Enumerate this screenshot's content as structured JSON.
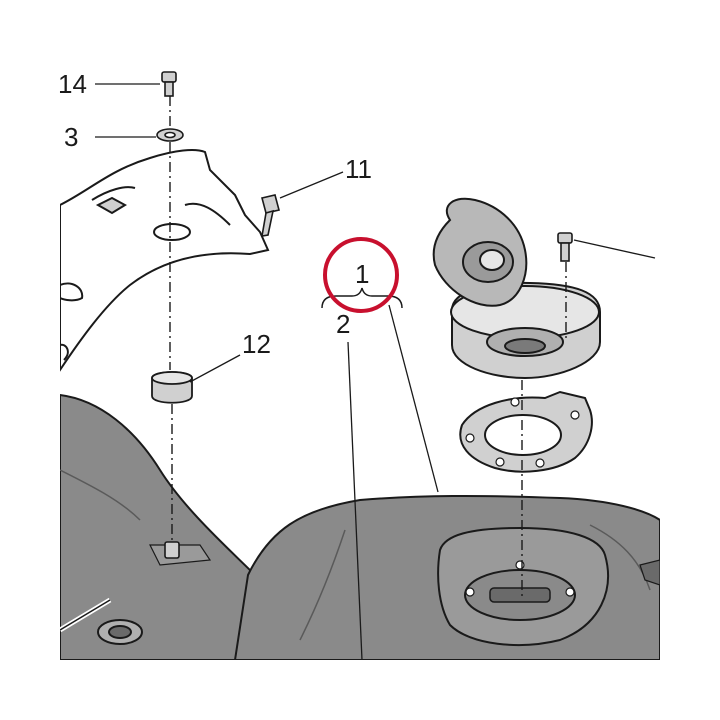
{
  "callouts": {
    "c14": "14",
    "c3": "3",
    "c11": "11",
    "c12": "12",
    "c1": "1",
    "c2": "2"
  },
  "highlight": {
    "target": "1",
    "color": "#c8102e"
  },
  "colors": {
    "line": "#1a1a1a",
    "tank_fill": "#8a8a8a",
    "part_fill": "#d0d0d0",
    "background": "#ffffff"
  }
}
